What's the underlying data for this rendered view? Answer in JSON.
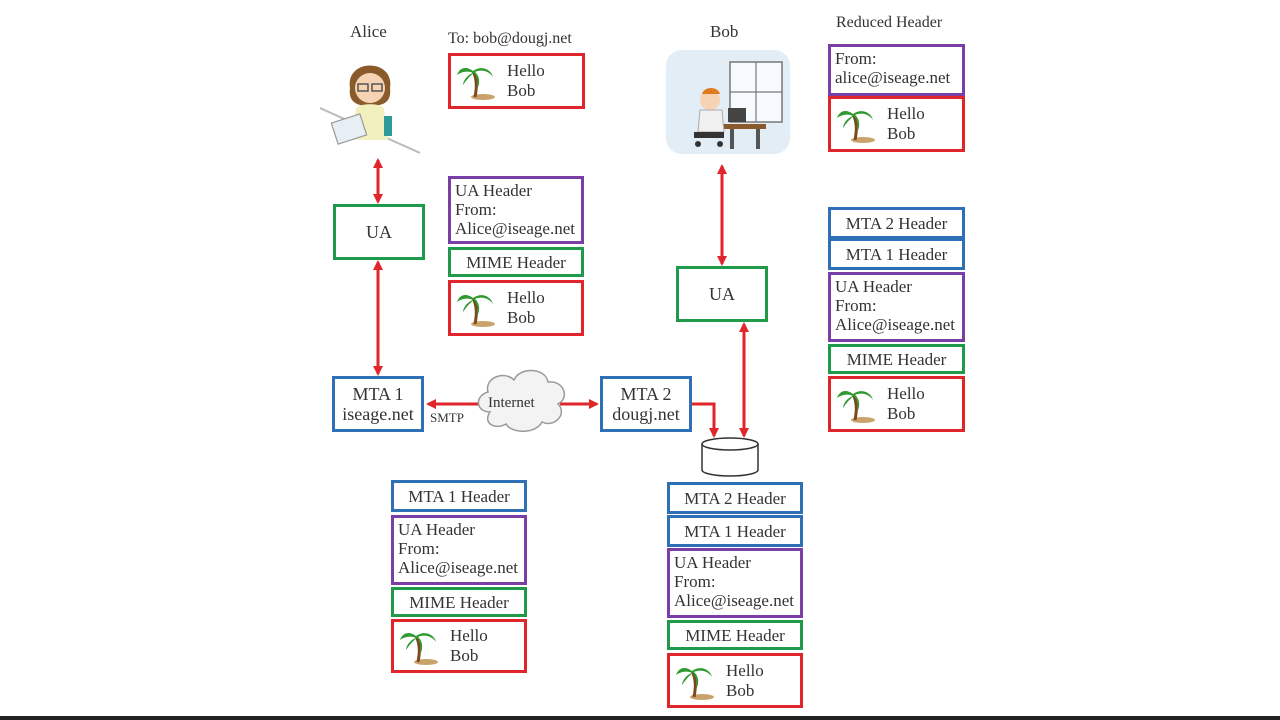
{
  "actors": {
    "alice": "Alice",
    "bob": "Bob"
  },
  "nodes": {
    "ua_left": "UA",
    "ua_right": "UA",
    "mta1": {
      "line1": "MTA 1",
      "line2": "iseage.net"
    },
    "mta2": {
      "line1": "MTA 2",
      "line2": "dougj.net"
    },
    "internet": "Internet",
    "smtp": "SMTP"
  },
  "message": {
    "to_label": "To: bob@dougj.net",
    "hello": "Hello",
    "bob": "Bob",
    "ua_header": {
      "l1": "UA Header",
      "l2": "From:",
      "l3": "Alice@iseage.net"
    },
    "mime_header": "MIME Header",
    "mta1_header": "MTA 1 Header",
    "mta2_header": "MTA 2 Header",
    "reduced_header_title": "Reduced Header",
    "reduced_from": {
      "l1": "From:",
      "l2": "alice@iseage.net"
    }
  },
  "colors": {
    "arrow": "#e0262a",
    "blue": "#2e6fb5",
    "purple": "#7a3fa6",
    "green": "#1f9a4a",
    "red": "#e0262a"
  }
}
